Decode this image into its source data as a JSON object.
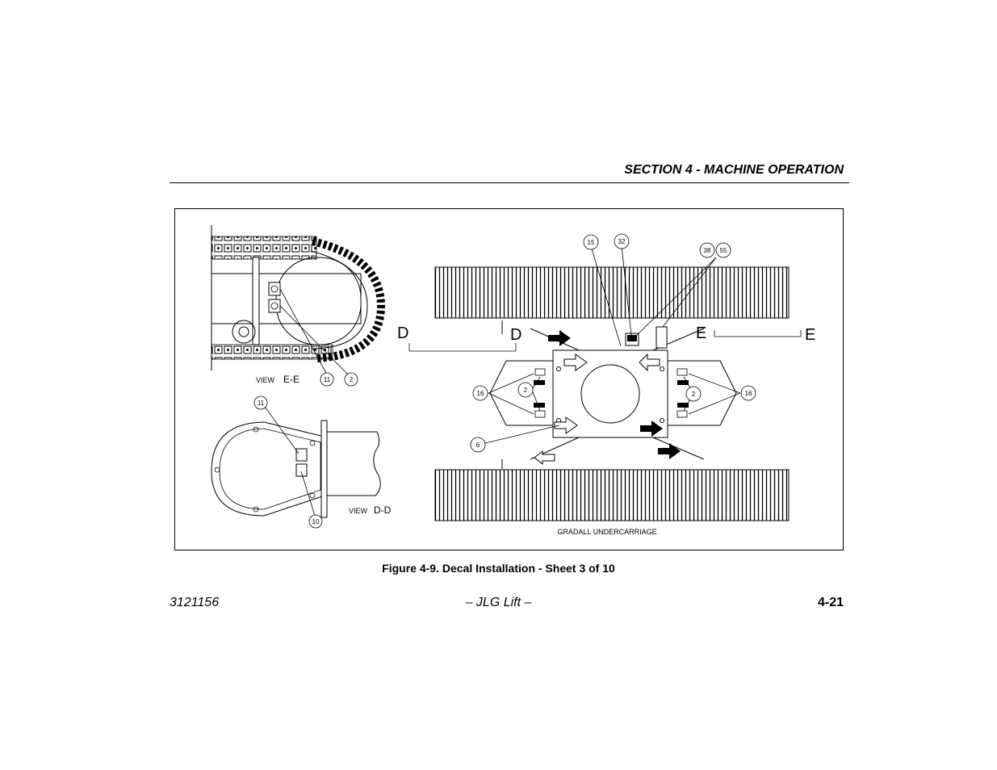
{
  "header": {
    "section_title": "SECTION 4 - MACHINE OPERATION"
  },
  "figure": {
    "view_e_word": "VIEW",
    "view_e_name": "E-E",
    "view_d_word": "VIEW",
    "view_d_name": "D-D",
    "section_d": "D",
    "section_e": "E",
    "undercarriage_label": "GRADALL UNDERCARRIAGE",
    "callouts": {
      "c11_top": "11",
      "c2_top": "2",
      "c11_mid": "11",
      "c10": "10",
      "c15": "15",
      "c32": "32",
      "c38": "38",
      "c55": "55",
      "c16_left": "16",
      "c2_left": "2",
      "c2_right": "2",
      "c16_right": "16",
      "c6": "6"
    }
  },
  "caption": "Figure 4-9. Decal Installation - Sheet 3 of 10",
  "footer": {
    "doc_number": "3121156",
    "brand": "– JLG Lift –",
    "page_number": "4-21"
  }
}
